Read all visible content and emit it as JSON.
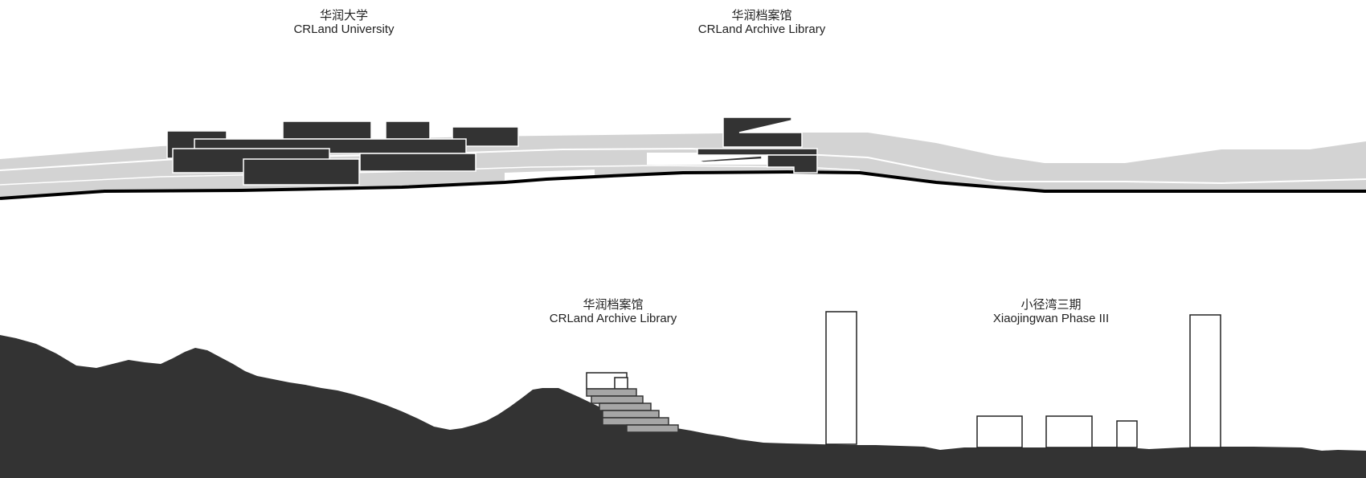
{
  "labels": {
    "university": {
      "zh": "华润大学",
      "en": "CRLand University"
    },
    "archive_top": {
      "zh": "华润档案馆",
      "en": "CRLand Archive Library"
    },
    "archive_bottom": {
      "zh": "华润档案馆",
      "en": "CRLand Archive Library"
    },
    "xiaojingwan": {
      "zh": "小径湾三期",
      "en": "Xiaojingwan Phase III"
    }
  },
  "colors": {
    "terrain": "#333333",
    "landscape": "#d3d3d3",
    "building": "#333333",
    "terrace": "#a6a6a6",
    "outline": "#222222",
    "background": "#ffffff"
  }
}
